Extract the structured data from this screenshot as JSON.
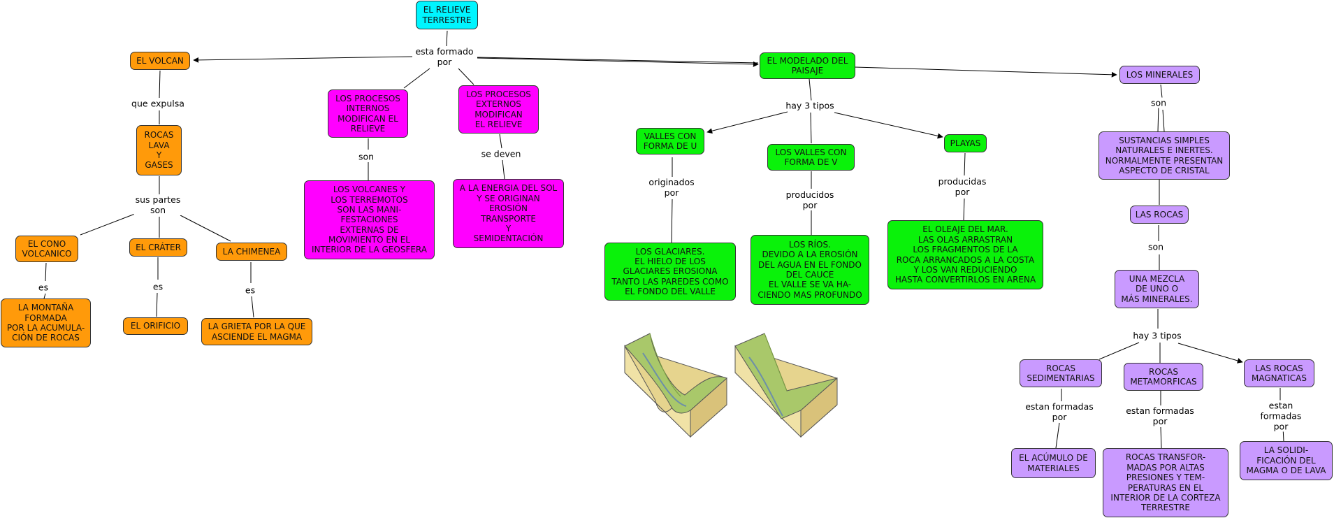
{
  "colors": {
    "root": "#00f5ff",
    "volcano": "#ff9a0a",
    "processes": "#ff00ff",
    "landscape": "#0af20a",
    "minerals": "#c99aff"
  },
  "nodes": {
    "root": "EL RELIEVE\nTERRESTRE",
    "volcan": "EL VOLCAN",
    "rocas_lava": "ROCAS\nLAVA\nY\nGASES",
    "cono": "EL CONO\nVOLCANICO",
    "crater": "EL CRÁTER",
    "chimenea": "LA CHIMENEA",
    "montana": "LA MONTAÑA\nFORMADA\nPOR LA ACUMULA-\nCIÓN DE ROCAS",
    "orificio": "EL ORIFICIO",
    "grieta": "LA GRIETA POR LA QUE\nASCIENDE EL MAGMA",
    "procesos_internos": "LOS PROCESOS\nINTERNOS\nMODIFICAN EL\nRELIEVE",
    "procesos_externos": "LOS PROCESOS\nEXTERNOS\nMODIFICAN\nEL RELIEVE",
    "volcanes_terremotos": "LOS VOLCANES Y\nLOS TERREMOTOS\nSON LAS MANI-\nFESTACIONES\nEXTERNAS DE\nMOVIMIENTO EN EL\nINTERIOR DE LA GEOSFERA",
    "energia_sol": "A LA ENERGIA DEL SOL\nY SE ORIGINAN\nEROSIÓN\nTRANSPORTE\nY\nSEMIDENTACIÓN",
    "modelado": "EL MODELADO DEL\nPAISAJE",
    "valles_u": "VALLES CON\nFORMA DE U",
    "valles_v": "LOS VALLES CON\nFORMA DE V",
    "playas": "PLAYAS",
    "glaciares": "LOS GLACIARES.\nEL HIELO DE LOS\nGLACIARES EROSIONA\nTANTO LAS PAREDES COMO\nEL FONDO DEL VALLE",
    "rios": "LOS RÍOS.\nDEVIDO A LA EROSIÓN\nDEL AGUA EN EL FONDO\nDEL CAUCE\nEL VALLE SE VA HA-\nCIENDO MAS PROFUNDO",
    "oleaje": "EL OLEAJE DEL MAR.\nLAS OLAS ARRASTRAN\nLOS FRAGMENTOS DE LA\nROCA ARRANCADOS A LA COSTA\nY LOS VAN REDUCIENDO\nHASTA CONVERTIRLOS EN ARENA",
    "minerales": "LOS MINERALES",
    "sustancias": "SUSTANCIAS SIMPLES\nNATURALES E INERTES.\nNORMALMENTE PRESENTAN\nASPECTO DE CRISTAL",
    "las_rocas": "LAS ROCAS",
    "mezcla": "UNA MEZCLA\nDE UNO O\nMÁS MINERALES.",
    "sedimentarias": "ROCAS\nSEDIMENTARIAS",
    "metamorficas": "ROCAS\nMETAMORFICAS",
    "magmaticas": "LAS ROCAS\nMAGNATICAS",
    "acumulo": "EL ACÚMULO DE\nMATERIALES",
    "transformadas": "ROCAS TRANSFOR-\nMADAS POR ALTAS\nPRESIONES Y TEM-\nPERATURAS EN EL\nINTERIOR DE LA CORTEZA\nTERRESTRE",
    "solidificacion": "LA SOLIDI-\nFICACIÓN DEL\nMAGMA O DE LAVA"
  },
  "links": {
    "esta_formado": "esta formado\npor",
    "que_expulsa": "que expulsa",
    "sus_partes": "sus partes\nson",
    "es_cono": "es",
    "es_crater": "es",
    "es_chimenea": "es",
    "son_internos": "son",
    "se_deven": "se deven",
    "hay_3_tipos_valles": "hay 3 tipos",
    "originados": "originados\npor",
    "producidos": "producidos\npor",
    "producidas": "producidas\npor",
    "son_minerales": "son",
    "son_rocas": "son",
    "hay_3_tipos_rocas": "hay 3 tipos",
    "formadas_sed": "estan formadas\npor",
    "formadas_meta": "estan formadas\npor",
    "formadas_mag": "estan formadas\npor"
  },
  "images": {
    "u_valley": "u-valley-illustration",
    "v_valley": "v-valley-illustration"
  }
}
